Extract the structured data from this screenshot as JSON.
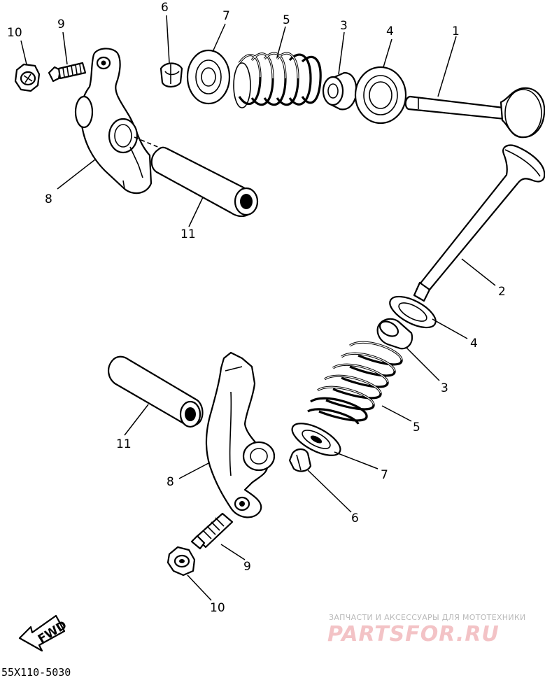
{
  "callouts": {
    "upper": {
      "p10": "10",
      "p9": "9",
      "p6": "6",
      "p7": "7",
      "p5": "5",
      "p3": "3",
      "p4": "4",
      "p1": "1",
      "p8": "8",
      "p11": "11"
    },
    "lower": {
      "p2": "2",
      "p4": "4",
      "p3": "3",
      "p5": "5",
      "p7": "7",
      "p6": "6",
      "p11": "11",
      "p8": "8",
      "p9": "9",
      "p10": "10"
    }
  },
  "fwd_label": "FWD",
  "diagram_code": "55X110-5030",
  "watermark": {
    "line1": "ЗАПЧАСТИ И АКСЕССУАРЫ ДЛЯ МОТОТЕХНИКИ",
    "line2": "PARTSFOR.RU"
  }
}
